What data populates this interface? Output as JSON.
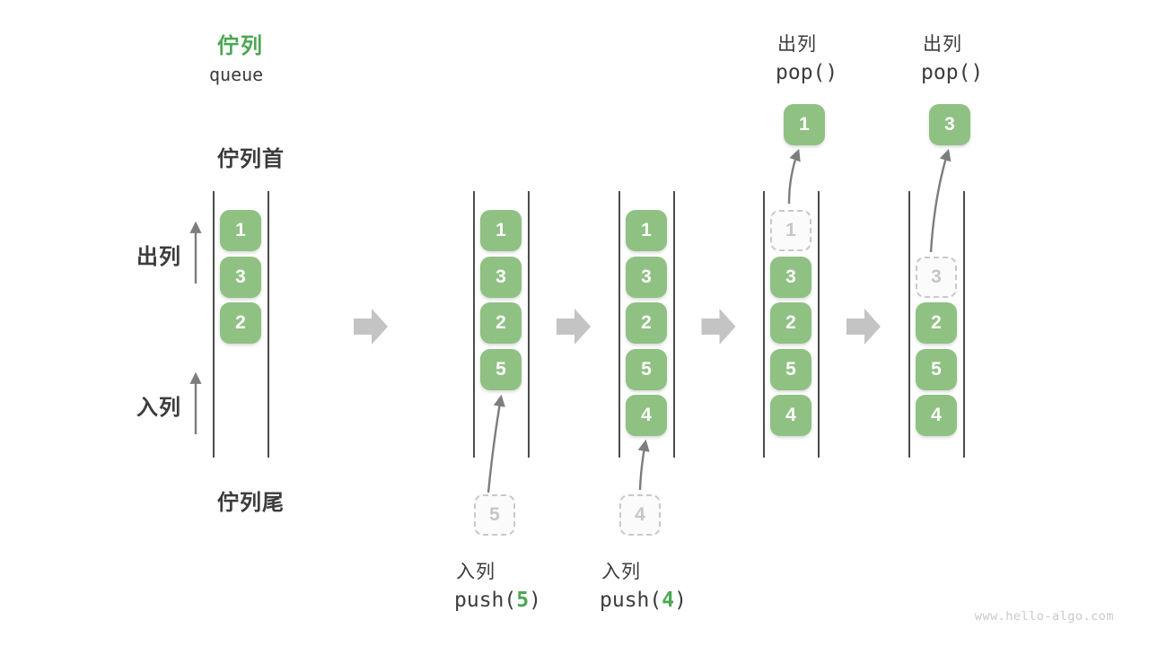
{
  "title": {
    "zh": "佇列",
    "en": "queue"
  },
  "side": {
    "front_label": "佇列首",
    "rear_label": "佇列尾",
    "dequeue_label": "出列",
    "enqueue_label": "入列"
  },
  "watermark": "www.hello-algo.com",
  "colors": {
    "box_green": "#8FC183",
    "title_green": "#4BA753",
    "code_green": "#4BA753",
    "dark_text": "#3C3C3C",
    "wall_line": "#4B4B4B",
    "thin_arrow": "#7D7D7D",
    "block_arrow": "#C4C4C4",
    "ghost_border": "#C9C9C9",
    "ghost_text": "#C6C6C6",
    "ghost_fill": "#FBFBFB",
    "watermark_gray": "#C9C9C9"
  },
  "queue_states": [
    {
      "slots": [
        {
          "value": "1",
          "row": 0
        },
        {
          "value": "3",
          "row": 1
        },
        {
          "value": "2",
          "row": 2
        }
      ]
    },
    {
      "slots": [
        {
          "value": "1",
          "row": 0
        },
        {
          "value": "3",
          "row": 1
        },
        {
          "value": "2",
          "row": 2
        },
        {
          "value": "5",
          "row": 3
        }
      ],
      "incoming": {
        "value": "5"
      },
      "bottom_label": {
        "action": "入列",
        "code_prefix": "push(",
        "code_arg": "5",
        "code_suffix": ")"
      }
    },
    {
      "slots": [
        {
          "value": "1",
          "row": 0
        },
        {
          "value": "3",
          "row": 1
        },
        {
          "value": "2",
          "row": 2
        },
        {
          "value": "5",
          "row": 3
        },
        {
          "value": "4",
          "row": 4
        }
      ],
      "incoming": {
        "value": "4"
      },
      "bottom_label": {
        "action": "入列",
        "code_prefix": "push(",
        "code_arg": "4",
        "code_suffix": ")"
      }
    },
    {
      "slots": [
        {
          "value": "1",
          "row": 0,
          "ghost": true
        },
        {
          "value": "3",
          "row": 1
        },
        {
          "value": "2",
          "row": 2
        },
        {
          "value": "5",
          "row": 3
        },
        {
          "value": "4",
          "row": 4
        }
      ],
      "outgoing": {
        "value": "1"
      },
      "top_label": {
        "action": "出列",
        "code": "pop()"
      }
    },
    {
      "slots": [
        {
          "value": "3",
          "row": 1,
          "ghost": true
        },
        {
          "value": "2",
          "row": 2
        },
        {
          "value": "5",
          "row": 3
        },
        {
          "value": "4",
          "row": 4
        }
      ],
      "outgoing": {
        "value": "3"
      },
      "top_label": {
        "action": "出列",
        "code": "pop()"
      }
    }
  ]
}
